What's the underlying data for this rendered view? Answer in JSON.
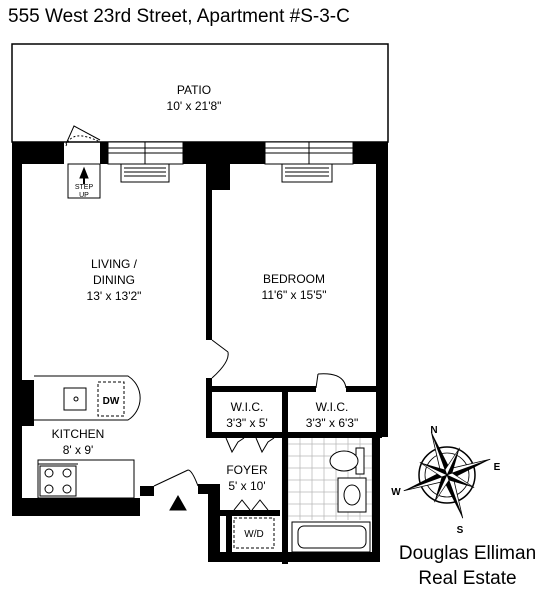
{
  "header": {
    "title": "555 West 23rd Street, Apartment #S-3-C"
  },
  "rooms": {
    "patio": {
      "name": "PATIO",
      "dims": "10' x 21'8\""
    },
    "living": {
      "name_line1": "LIVING /",
      "name_line2": "DINING",
      "dims": "13' x 13'2\""
    },
    "bedroom": {
      "name": "BEDROOM",
      "dims": "11'6\" x 15'5\""
    },
    "wic1": {
      "name": "W.I.C.",
      "dims": "3'3\" x 5'"
    },
    "wic2": {
      "name": "W.I.C.",
      "dims": "3'3\" x 6'3\""
    },
    "kitchen": {
      "name": "KITCHEN",
      "dims": "8' x 9'"
    },
    "foyer": {
      "name": "FOYER",
      "dims": "5' x 10'"
    }
  },
  "labels": {
    "step_line1": "STEP",
    "step_line2": "UP",
    "dishwasher": "DW",
    "washer_dryer": "W/D"
  },
  "compass": {
    "n": "N",
    "e": "E",
    "s": "S",
    "w": "W"
  },
  "brand": {
    "line1": "Douglas Elliman",
    "line2": "Real Estate"
  }
}
